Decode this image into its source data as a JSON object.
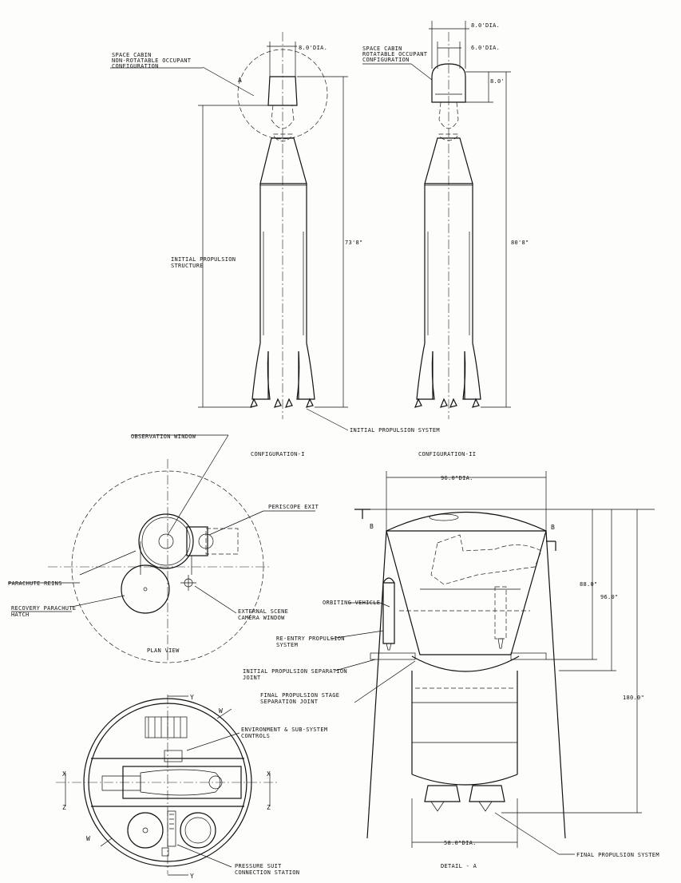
{
  "labels": {
    "config1_cabin_1": "SPACE CABIN",
    "config1_cabin_2": "NON-ROTATABLE OCCUPANT",
    "config1_cabin_3": "CONFIGURATION",
    "config2_cabin_1": "SPACE CABIN",
    "config2_cabin_2": "ROTATABLE OCCUPANT",
    "config2_cabin_3": "CONFIGURATION",
    "detail_marker_a": "A",
    "initial_propulsion_structure_1": "INITIAL PROPULSION",
    "initial_propulsion_structure_2": "STRUCTURE",
    "initial_propulsion_system": "INITIAL PROPULSION SYSTEM",
    "config1_title": "CONFIGURATION-I",
    "config2_title": "CONFIGURATION-II",
    "observation_window": "OBSERVATION WINDOW",
    "periscope_exit": "PERISCOPE EXIT",
    "parachute_reins": "PARACHUTE REINS",
    "recovery_parachute_1": "RECOVERY PARACHUTE",
    "recovery_parachute_2": "HATCH",
    "external_camera_1": "EXTERNAL SCENE",
    "external_camera_2": "CAMERA WINDOW",
    "plan_view": "PLAN VIEW",
    "orbiting_vehicle": "ORBITING VEHICLE",
    "reentry_propulsion_1": "RE-ENTRY PROPULSION",
    "reentry_propulsion_2": "SYSTEM",
    "initial_separation_1": "INITIAL PROPULSION SEPARATION",
    "initial_separation_2": "JOINT",
    "final_separation_1": "FINAL PROPULSION STAGE",
    "final_separation_2": "SEPARATION JOINT",
    "environment_controls_1": "ENVIRONMENT & SUB-SYSTEM",
    "environment_controls_2": "CONTROLS",
    "pressure_suit_1": "PRESSURE SUIT",
    "pressure_suit_2": "CONNECTION STATION",
    "final_propulsion_system": "FINAL PROPULSION SYSTEM",
    "detail_a": "DETAIL - A",
    "section_b_left": "B",
    "section_b_right": "B",
    "axis_x_left": "X",
    "axis_x_right": "X",
    "axis_y_top": "Y",
    "axis_y_bottom": "Y",
    "axis_z_left": "Z",
    "axis_z_right": "Z",
    "axis_w_top": "W",
    "axis_w_bottom": "W"
  },
  "dimensions": {
    "c1_dia": "8.0'DIA.",
    "c1_height": "73'8\"",
    "c2_dia_outer": "8.0'DIA.",
    "c2_dia_inner": "6.0'DIA.",
    "c2_cabin_height": "8.0'",
    "c2_height": "80'8\"",
    "detail_top_dia": "96.0\"DIA.",
    "detail_88": "88.0\"",
    "detail_96": "96.0\"",
    "detail_180": "180.0\"",
    "detail_bottom_dia": "58.0\"DIA."
  }
}
